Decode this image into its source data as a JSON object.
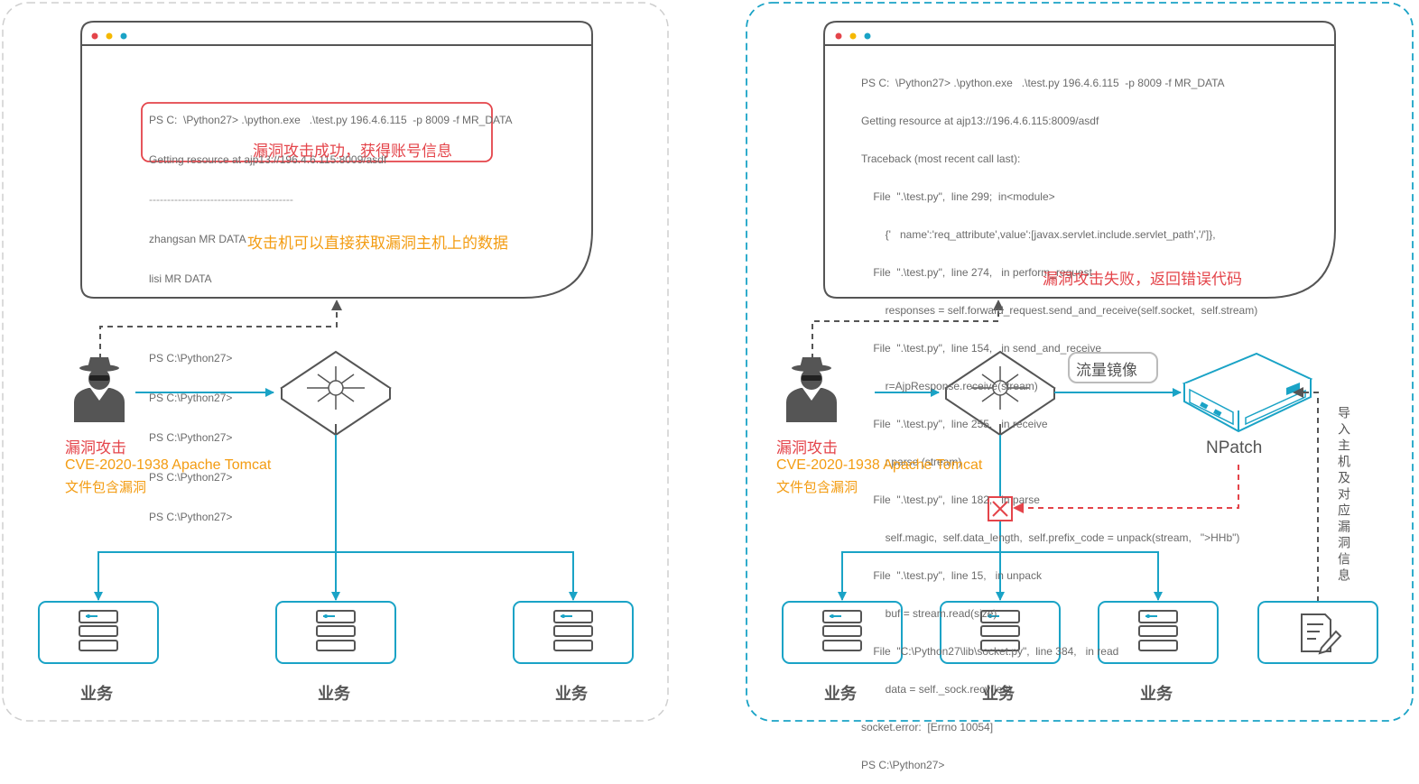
{
  "left": {
    "terminal_lines": [
      "PS C:  \\Python27> .\\python.exe   .\\test.py 196.4.6.115  -p 8009 -f MR_DATA",
      "Getting resource at ajp13://196.4.6.115:8009/asdf",
      "----------------------------------------",
      "zhangsan MR DATA",
      "lisi MR DATA",
      "",
      "PS C:\\Python27>",
      "PS C:\\Python27>",
      "PS C:\\Python27>",
      "PS C:\\Python27>",
      "PS C:\\Python27>"
    ],
    "success_note": "漏洞攻击成功，获得账号信息",
    "data_note": "攻击机可以直接获取漏洞主机上的数据",
    "attack_title": "漏洞攻击",
    "attack_cve": "CVE-2020-1938 Apache Tomcat",
    "attack_desc": "文件包含漏洞",
    "services": [
      "业务",
      "业务",
      "业务"
    ]
  },
  "right": {
    "terminal_lines": [
      "PS C:  \\Python27> .\\python.exe   .\\test.py 196.4.6.115  -p 8009 -f MR_DATA",
      "Getting resource at ajp13://196.4.6.115:8009/asdf",
      "Traceback (most recent call last):",
      "    File  \".\\test.py\",  line 299;  in<module>",
      "        {'   name':'req_attribute',value':[javax.servlet.include.servlet_path','/']},",
      "    File  \".\\test.py\",  line 274,   in perform_request",
      "        responses = self.forward_request.send_and_receive(self.socket,  self.stream)",
      "    File  \".\\test.py\",  line 154,   in send_and_receive",
      "        r=AjpResponse.receive(stream)",
      "    File  \".\\test.py\",  line 255,   in receive",
      "        r.parse (stream)",
      "    File  \".\\test.py\",  line 182,   in parse",
      "        self.magic,  self.data_length,  self.prefix_code = unpack(stream,   \">HHb\")",
      "    File  \".\\test.py\",  line 15,   in unpack",
      "        buf = stream.read(size)",
      "    File  \"C:\\Python27\\lib\\socket.py\",  line 384,   in read",
      "        data = self._sock.recv(left)",
      "socket.error:  [Errno 10054]",
      "PS C:\\Python27>"
    ],
    "fail_note": "漏洞攻击失败，返回错误代码",
    "mirror_label": "流量镜像",
    "npatch_label": "NPatch",
    "import_label": "导入主机及对应漏洞信息",
    "attack_title": "漏洞攻击",
    "attack_cve": "CVE-2020-1938 Apache Tomcat",
    "attack_desc": "文件包含漏洞",
    "services": [
      "业务",
      "业务",
      "业务"
    ]
  },
  "colors": {
    "accent": "#1aa3c6",
    "red": "#e4444a",
    "orange": "#f39c12",
    "gray": "#555555"
  }
}
